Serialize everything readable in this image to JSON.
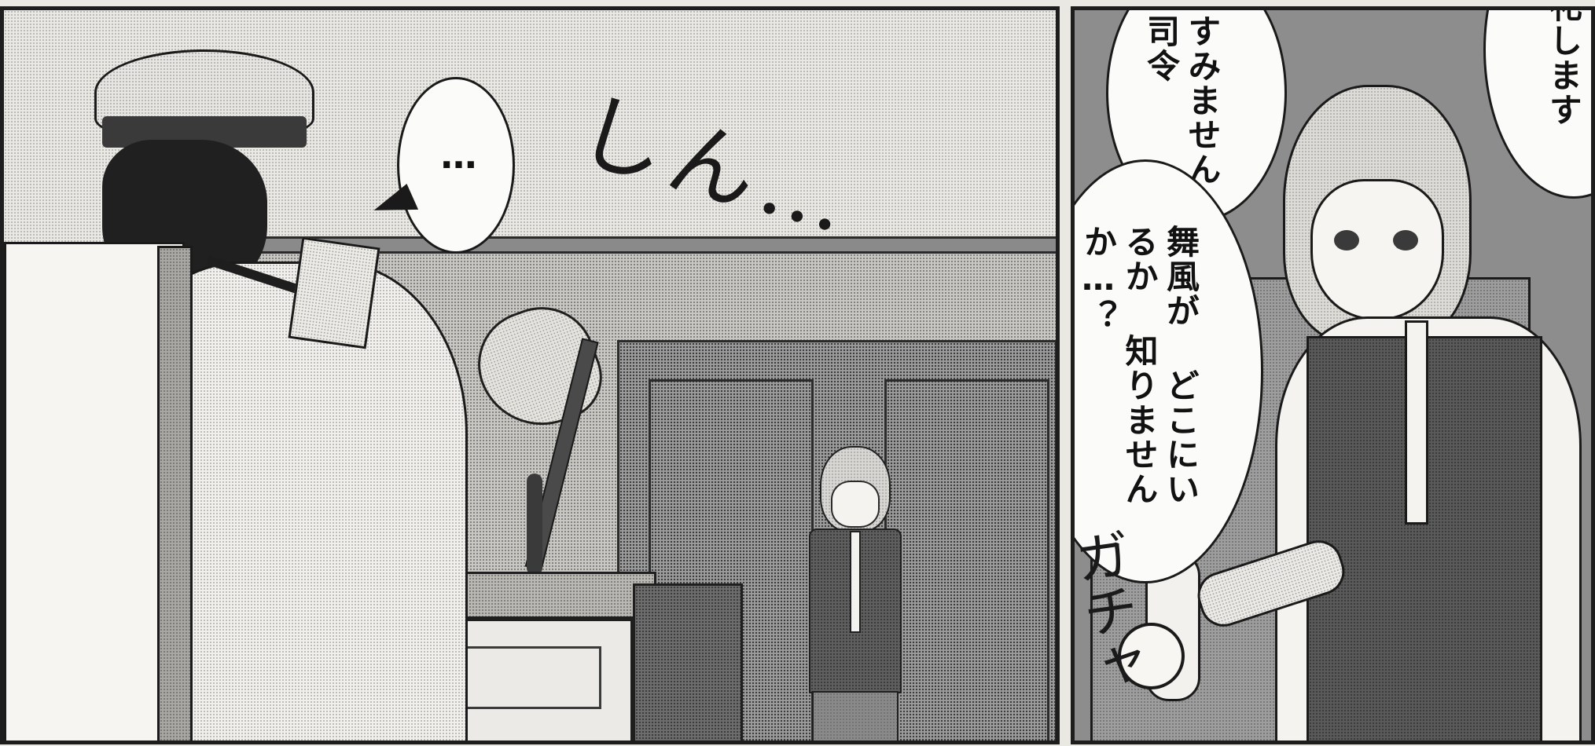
{
  "panels": {
    "left": {
      "bubble_ellipsis": "…",
      "sfx_silence": "しん…"
    },
    "right": {
      "bubble_top_right": "礼します",
      "bubble_middle": "すみません 司令",
      "bubble_large": "舞風が どこにいるか 知りませんか…？",
      "sfx_door": "ガチャ"
    }
  }
}
